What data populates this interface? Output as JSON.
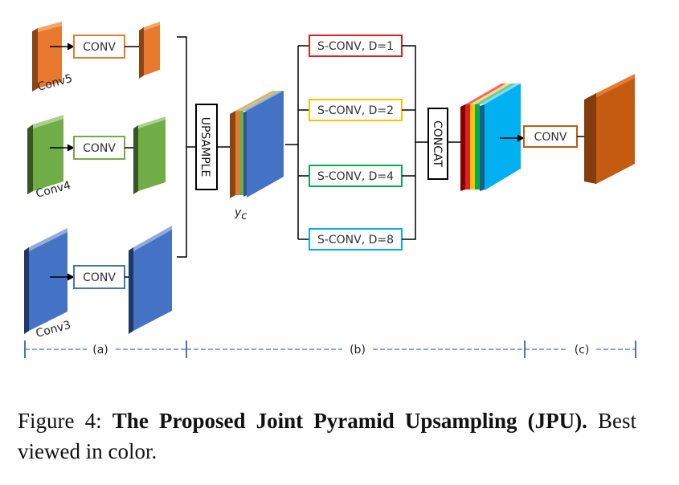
{
  "diagram": {
    "layers": {
      "conv5": "Conv5",
      "conv4": "Conv4",
      "conv3": "Conv3"
    },
    "conv_label": "CONV",
    "upsample_label": "UPSAMPLE",
    "yc_label": "y",
    "yc_subscript": "c",
    "sconv_labels": [
      "S-CONV, D=1",
      "S-CONV, D=2",
      "S-CONV, D=4",
      "S-CONV, D=8"
    ],
    "concat_label": "CONCAT",
    "sections": {
      "a": "(a)",
      "b": "(b)",
      "c": "(c)"
    },
    "colors": {
      "orange": "#e87a30",
      "green": "#70ad47",
      "blue": "#4472c4",
      "red": "#e02020",
      "yellow": "#ffc000",
      "emerald": "#00b050",
      "cyan": "#00b0f0",
      "dark_orange": "#c55a11"
    }
  },
  "caption": {
    "prefix": "Figure 4: ",
    "title": "The Proposed Joint Pyramid Upsampling (JPU).",
    "suffix": " Best viewed in color."
  }
}
